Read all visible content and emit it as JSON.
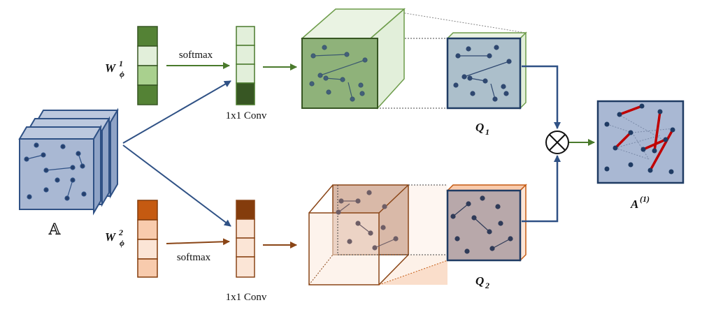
{
  "labels": {
    "input_tensor": "𝔸",
    "w1_symbol": "W",
    "w1_superscript": "1",
    "w1_subscript": "ϕ",
    "w2_symbol": "W",
    "w2_superscript": "2",
    "w2_subscript": "ϕ",
    "softmax_top": "softmax",
    "softmax_bottom": "softmax",
    "conv_top": "1x1 Conv",
    "conv_bottom": "1x1 Conv",
    "q1_symbol": "Q",
    "q1_subscript": "1",
    "q2_symbol": "Q",
    "q2_subscript": "2",
    "output_symbol": "A",
    "output_superscript": "(1)",
    "multiply_symbol": "⊗"
  },
  "colors": {
    "blue": "#2f5185",
    "blue_fill": "#a9b8d3",
    "green": "#4a7a2c",
    "green_dark": "#375623",
    "green_light": "#e2efda",
    "green_mid": "#a9d08e",
    "orange": "#8a4516",
    "orange_dark": "#843c0c",
    "orange_mid": "#c55a11",
    "orange_light": "#fbe5d6",
    "orange_light2": "#f8cbad",
    "red_edge": "#c00000"
  }
}
